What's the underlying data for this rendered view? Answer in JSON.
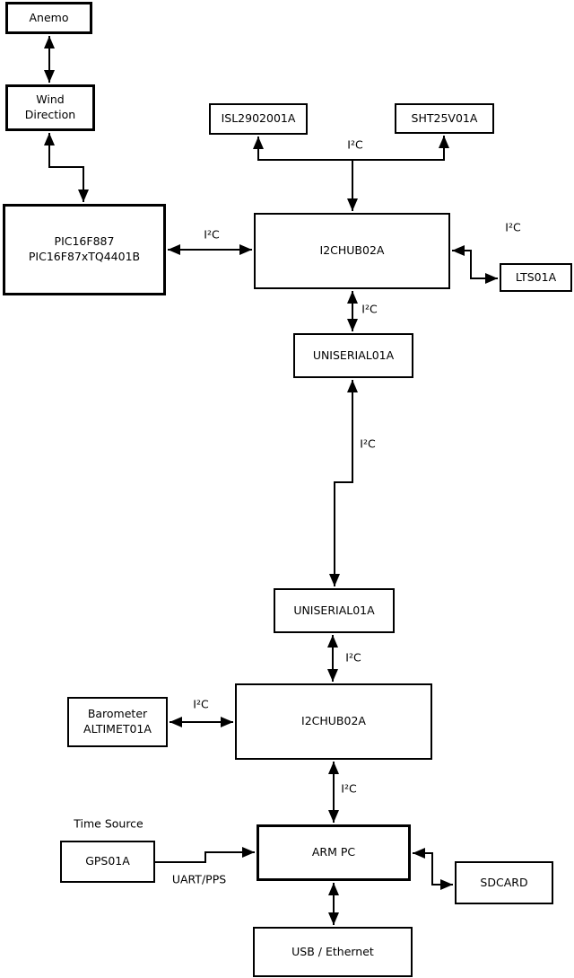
{
  "diagram_type": "block-diagram",
  "colors": {
    "background": "#ffffff",
    "line": "#000000",
    "text": "#000000"
  },
  "boxes": {
    "anemo": "Anemo",
    "wind_direction": "Wind\nDirection",
    "pic": "PIC16F887\nPIC16F87xTQ4401B",
    "isl": "ISL2902001A",
    "sht": "SHT25V01A",
    "hub1": "I2CHUB02A",
    "lts": "LTS01A",
    "uniserial1": "UNISERIAL01A",
    "uniserial2": "UNISERIAL01A",
    "hub2": "I2CHUB02A",
    "barometer": "Barometer\nALTIMET01A",
    "armpc": "ARM PC",
    "gps": "GPS01A",
    "sdcard": "SDCARD",
    "usb": "USB / Ethernet"
  },
  "annotations": {
    "time_source": "Time Source"
  },
  "edges": [
    {
      "from": "anemo",
      "to": "wind_direction",
      "label": "",
      "bidirectional": true
    },
    {
      "from": "wind_direction",
      "to": "pic",
      "label": "",
      "bidirectional": true
    },
    {
      "from": "pic",
      "to": "hub1",
      "label": "I²C",
      "bidirectional": true
    },
    {
      "from": "hub1",
      "to": "isl",
      "label": "I²C",
      "bidirectional": false
    },
    {
      "from": "hub1",
      "to": "sht",
      "label": "",
      "bidirectional": false
    },
    {
      "from": "hub1",
      "to": "lts",
      "label": "I²C",
      "bidirectional": true
    },
    {
      "from": "hub1",
      "to": "uniserial1",
      "label": "I²C",
      "bidirectional": true
    },
    {
      "from": "uniserial1",
      "to": "uniserial2",
      "label": "I²C",
      "bidirectional": true
    },
    {
      "from": "uniserial2",
      "to": "hub2",
      "label": "I²C",
      "bidirectional": true
    },
    {
      "from": "barometer",
      "to": "hub2",
      "label": "I²C",
      "bidirectional": true
    },
    {
      "from": "hub2",
      "to": "armpc",
      "label": "I²C",
      "bidirectional": true
    },
    {
      "from": "gps",
      "to": "armpc",
      "label": "UART/PPS",
      "bidirectional": false
    },
    {
      "from": "armpc",
      "to": "sdcard",
      "label": "",
      "bidirectional": true
    },
    {
      "from": "armpc",
      "to": "usb",
      "label": "",
      "bidirectional": true
    }
  ]
}
